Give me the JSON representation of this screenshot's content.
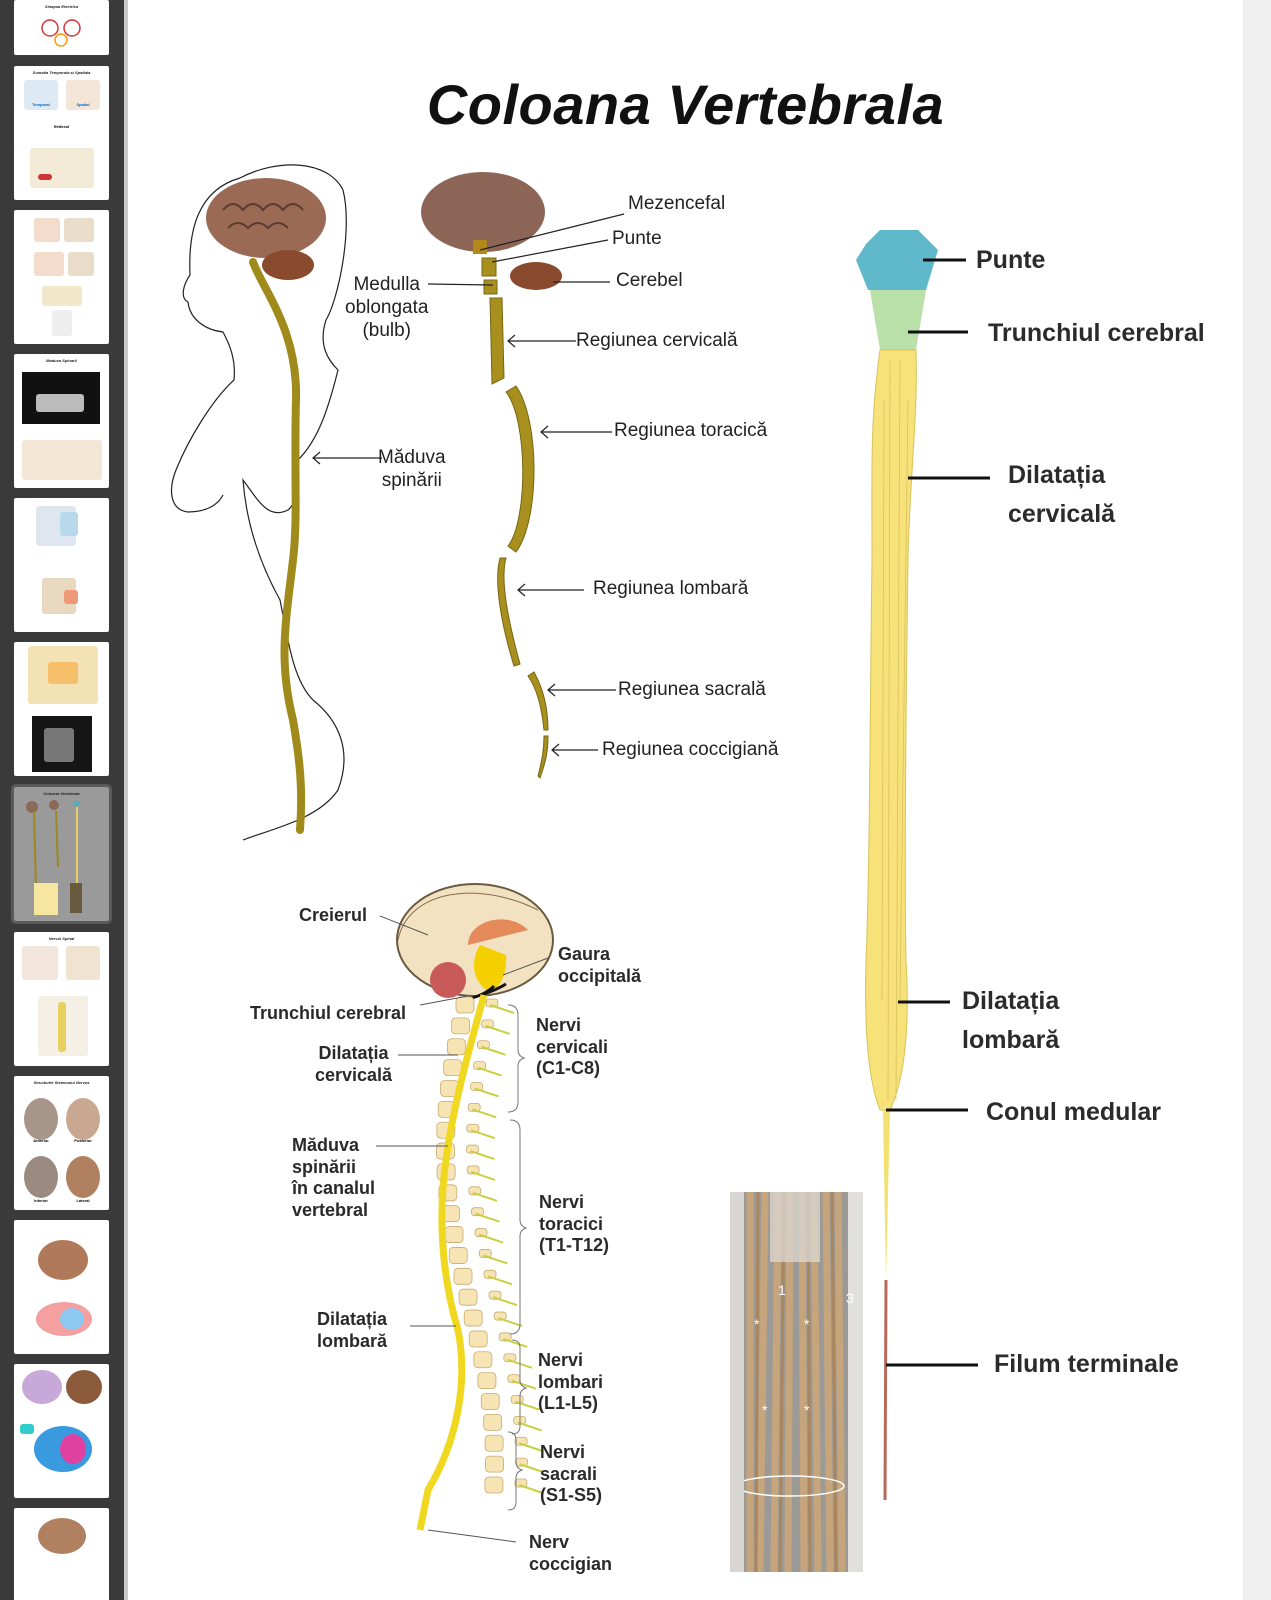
{
  "sidebar": {
    "thumbnails": [
      {
        "title": "Sinapsa Electrica"
      },
      {
        "title": "Sumatia Temporala si Spatiala",
        "labels": [
          "Temporal",
          "Spatial"
        ],
        "subtitle": "Reflexul"
      },
      {
        "title": ""
      },
      {
        "title": "Maduva Spinarii"
      },
      {
        "title": ""
      },
      {
        "title": ""
      },
      {
        "title": "Coloana Vertebrala"
      },
      {
        "title": "Nervul Spinal"
      },
      {
        "title": "Structurile Sistemului Nervos",
        "labels": [
          "Anterior",
          "Posterior",
          "Inferior",
          "Lateral"
        ]
      },
      {
        "title": ""
      },
      {
        "title": ""
      },
      {
        "title": ""
      }
    ],
    "more_button_label": "•••"
  },
  "slide": {
    "title": "Coloana Vertebrala",
    "figure1": {
      "maduva_spinarii": [
        "Măduva",
        "spinării"
      ]
    },
    "figure2": {
      "mezencefal": "Mezencefal",
      "punte": "Punte",
      "cerebel": "Cerebel",
      "medulla": [
        "Medulla",
        "oblongata",
        "(bulb)"
      ],
      "cervicala": "Regiunea cervicală",
      "toracica": "Regiunea toracică",
      "lombara": "Regiunea lombară",
      "sacrala": "Regiunea sacrală",
      "coccigiana": "Regiunea coccigiană"
    },
    "figure3": {
      "punte": "Punte",
      "trunchiul": "Trunchiul cerebral",
      "dil_cervicala": [
        "Dilatația",
        "cervicală"
      ],
      "dil_lombara": [
        "Dilatația",
        "lombară"
      ],
      "conul": "Conul medular",
      "filum": "Filum terminale"
    },
    "figure4": {
      "creierul": "Creierul",
      "gaura": [
        "Gaura",
        "occipitală"
      ],
      "trunchiul": "Trunchiul cerebral",
      "dil_cervicala": [
        "Dilatația",
        "cervicală"
      ],
      "maduva": [
        "Măduva",
        "spinării",
        "în canalul",
        "vertebral"
      ],
      "dil_lombara": [
        "Dilatația",
        "lombară"
      ],
      "nervi_cervicali": [
        "Nervi",
        "cervicali",
        "(C1-C8)"
      ],
      "nervi_toracici": [
        "Nervi",
        "toracici",
        "(T1-T12)"
      ],
      "nervi_lombari": [
        "Nervi",
        "lombari",
        "(L1-L5)"
      ],
      "nervi_sacrali": [
        "Nervi",
        "sacrali",
        "(S1-S5)"
      ],
      "nerv_coccigian": [
        "Nerv",
        "coccigian"
      ]
    },
    "photo": {
      "labels": [
        "1",
        "3",
        "*",
        "*",
        "*",
        "*"
      ]
    }
  }
}
